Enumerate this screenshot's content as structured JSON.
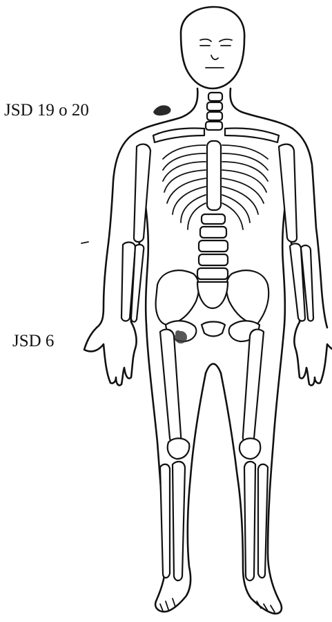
{
  "labels": {
    "upper": "JSD 19 o 20",
    "lower": "JSD 6"
  },
  "markers": {
    "color": "#2a2a2a"
  },
  "icons": [
    "human-skeleton-diagram"
  ]
}
